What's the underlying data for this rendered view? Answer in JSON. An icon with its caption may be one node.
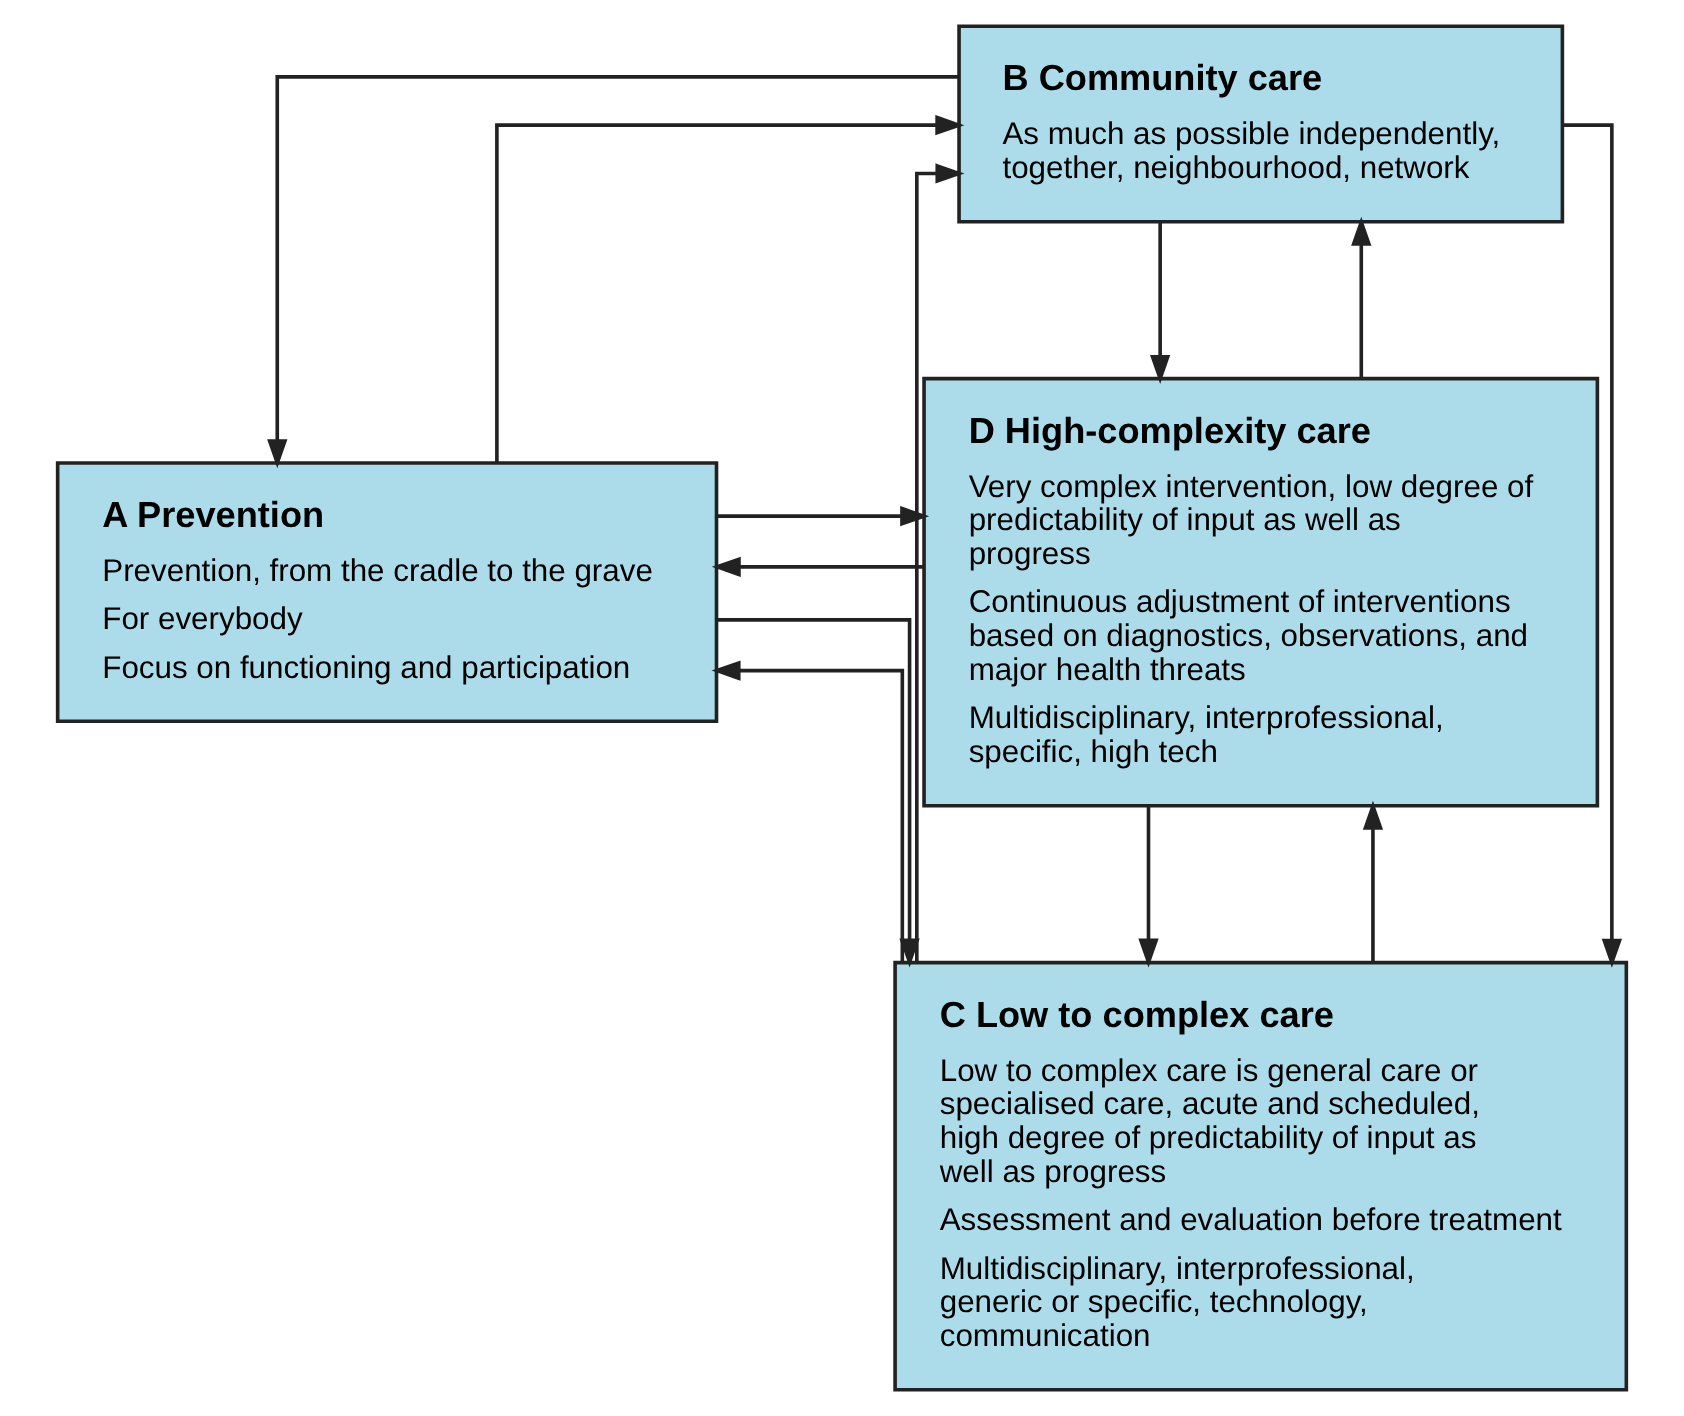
{
  "diagram": {
    "nodes": [
      {
        "text": [
          "B Community care",
          "As much as possible independently, together, neighbourhood, network"
        ]
      },
      {
        "text": [
          "A Prevention",
          "Prevention, from the cradle to the grave",
          "For everybody",
          "Focus on functioning and participation"
        ]
      },
      {
        "text": [
          "D High-complexity care",
          "Very complex intervention, low degree of predictability of input as well as progress",
          "Continuous adjustment of interventions based on diagnostics, observations, and major health threats",
          "Multidisciplinary, interprofessional, specific, high tech"
        ]
      },
      {
        "text": [
          "C Low to complex care",
          "Low to complex care is general care or specialised care, acute and scheduled, high degree of predictability of input as well as progress",
          "Assessment and evaluation before treatment",
          "Multidisciplinary, interprofessional, generic or specific, technology, communication"
        ]
      }
    ],
    "edges": [
      {
        "from": 1,
        "to": 0,
        "arrow": "to"
      },
      {
        "from": 0,
        "to": 1,
        "arrow": "to"
      },
      {
        "from": 0,
        "to": 2,
        "arrow": "to"
      },
      {
        "from": 2,
        "to": 0,
        "arrow": "to"
      },
      {
        "from": 3,
        "to": 0,
        "arrow": "to"
      },
      {
        "from": 0,
        "to": 3,
        "arrow": "to"
      },
      {
        "from": 1,
        "to": 2,
        "arrow": "to"
      },
      {
        "from": 2,
        "to": 1,
        "arrow": "to"
      },
      {
        "from": 3,
        "to": 1,
        "arrow": "to"
      },
      {
        "from": 3,
        "to": 2,
        "arrow": "to"
      },
      {
        "from": 1,
        "to": 3,
        "arrow": "to"
      },
      {
        "from": 2,
        "to": 3,
        "arrow": "to"
      }
    ]
  }
}
